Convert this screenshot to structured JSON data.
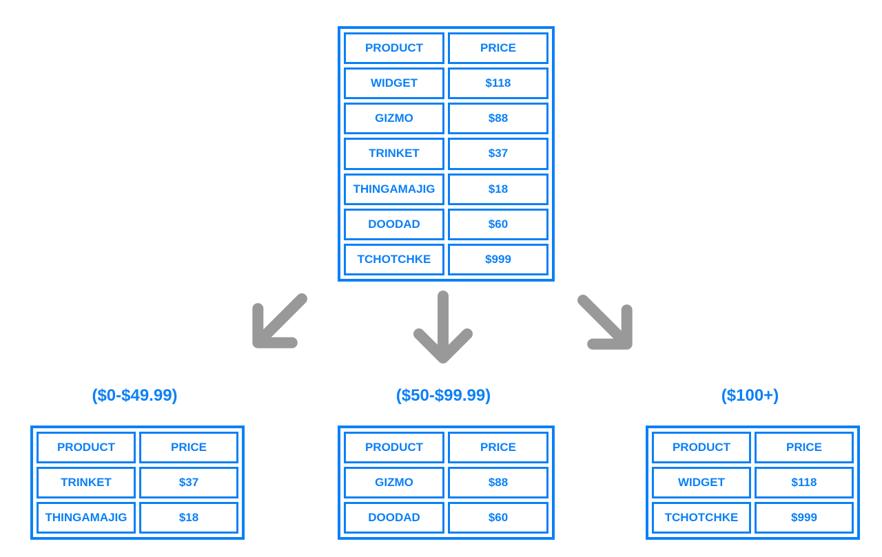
{
  "colors": {
    "table_blue": "#0b80f6",
    "arrow_gray": "#999999",
    "background": "#ffffff"
  },
  "headers": {
    "product": "PRODUCT",
    "price": "PRICE"
  },
  "main_table": {
    "rows": [
      {
        "product": "WIDGET",
        "price": "$118"
      },
      {
        "product": "GIZMO",
        "price": "$88"
      },
      {
        "product": "TRINKET",
        "price": "$37"
      },
      {
        "product": "THINGAMAJIG",
        "price": "$18"
      },
      {
        "product": "DOODAD",
        "price": "$60"
      },
      {
        "product": "TCHOTCHKE",
        "price": "$999"
      }
    ]
  },
  "groups": [
    {
      "label": "($0-$49.99)",
      "rows": [
        {
          "product": "TRINKET",
          "price": "$37"
        },
        {
          "product": "THINGAMAJIG",
          "price": "$18"
        }
      ]
    },
    {
      "label": "($50-$99.99)",
      "rows": [
        {
          "product": "GIZMO",
          "price": "$88"
        },
        {
          "product": "DOODAD",
          "price": "$60"
        }
      ]
    },
    {
      "label": "($100+)",
      "rows": [
        {
          "product": "WIDGET",
          "price": "$118"
        },
        {
          "product": "TCHOTCHKE",
          "price": "$999"
        }
      ]
    }
  ],
  "icons": {
    "left": "arrow-down-left-icon",
    "middle": "arrow-down-icon",
    "right": "arrow-down-right-icon"
  }
}
